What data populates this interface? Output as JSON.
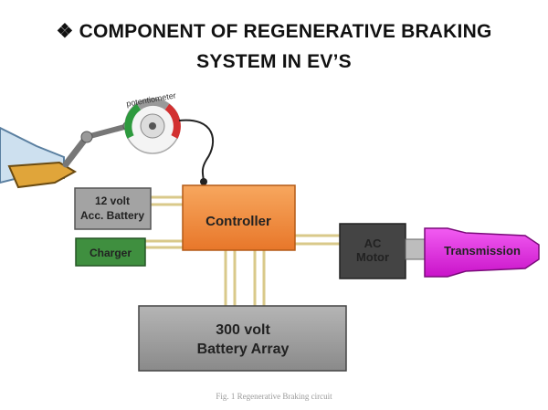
{
  "title": {
    "bullet": "❖",
    "line1": "COMPONENT OF REGENERATIVE BRAKING",
    "line2": "SYSTEM IN EV’S"
  },
  "diagram": {
    "potentiometer_label": "potentiometer",
    "battery12": [
      "12 volt",
      "Acc. Battery"
    ],
    "charger": "Charger",
    "controller": "Controller",
    "ac_motor": [
      "AC",
      "Motor"
    ],
    "transmission": "Transmission",
    "battery300": [
      "300 volt",
      "Battery Array"
    ],
    "caption": "Fig. 1 Regenerative Braking circuit"
  },
  "colors": {
    "controller": "#f28c3c",
    "charger": "#3f8f3f",
    "battery12": "#9a9a9a",
    "ac_motor": "#444444",
    "transmission": "#e020e0",
    "battery300": "#9b9b9b",
    "wire": "#d9c98a"
  }
}
